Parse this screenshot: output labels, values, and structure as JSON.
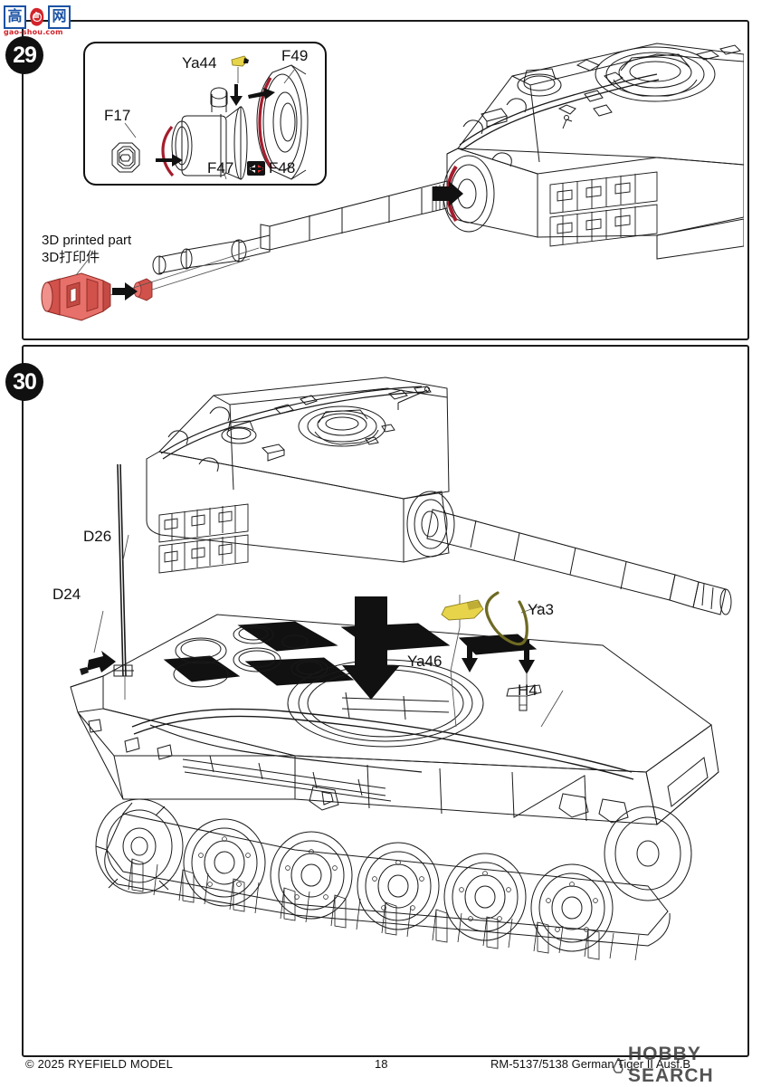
{
  "document": {
    "page_number": "18",
    "copyright": "© 2025 RYEFIELD MODEL",
    "product_line": "RM-5137/5138 German Tiger II Ausf.B"
  },
  "watermarks": {
    "top_left": {
      "char_1": "高",
      "char_2": "网",
      "icon": "hand-pointing-icon",
      "url": "gao-shou.com"
    },
    "bottom_right": {
      "text": "HOBBY SEARCH",
      "icon": "flame-icon"
    }
  },
  "steps": [
    {
      "number": "29",
      "name": "step-29",
      "inset": {
        "labels": [
          {
            "id": "ya44",
            "text": "Ya44"
          },
          {
            "id": "f49",
            "text": "F49"
          },
          {
            "id": "f17",
            "text": "F17"
          },
          {
            "id": "f47",
            "text": "F47"
          },
          {
            "id": "f48",
            "text": "F48"
          }
        ],
        "swap_symbol": "double-arrow-icon"
      },
      "notes": [
        {
          "id": "note-3d-en",
          "text": "3D printed part"
        },
        {
          "id": "note-3d-cn",
          "text": "3D打印件"
        }
      ],
      "illustration": "tiger-ii-turret-with-gun-barrel"
    },
    {
      "number": "30",
      "name": "step-30",
      "labels": [
        {
          "id": "d26",
          "text": "D26"
        },
        {
          "id": "d24",
          "text": "D24"
        },
        {
          "id": "ya46",
          "text": "Ya46"
        },
        {
          "id": "ya3",
          "text": "Ya3"
        },
        {
          "id": "h4",
          "text": "H4"
        }
      ],
      "illustration": "tiger-ii-turret-mounted-on-hull"
    }
  ],
  "colors": {
    "outline": "#1a1a1a",
    "accent_red": "#a51d2d",
    "part_red": "#e05a55",
    "part_yellow": "#e8d44a",
    "watermark_blue": "#1b52a4",
    "watermark_red": "#d3232a"
  }
}
